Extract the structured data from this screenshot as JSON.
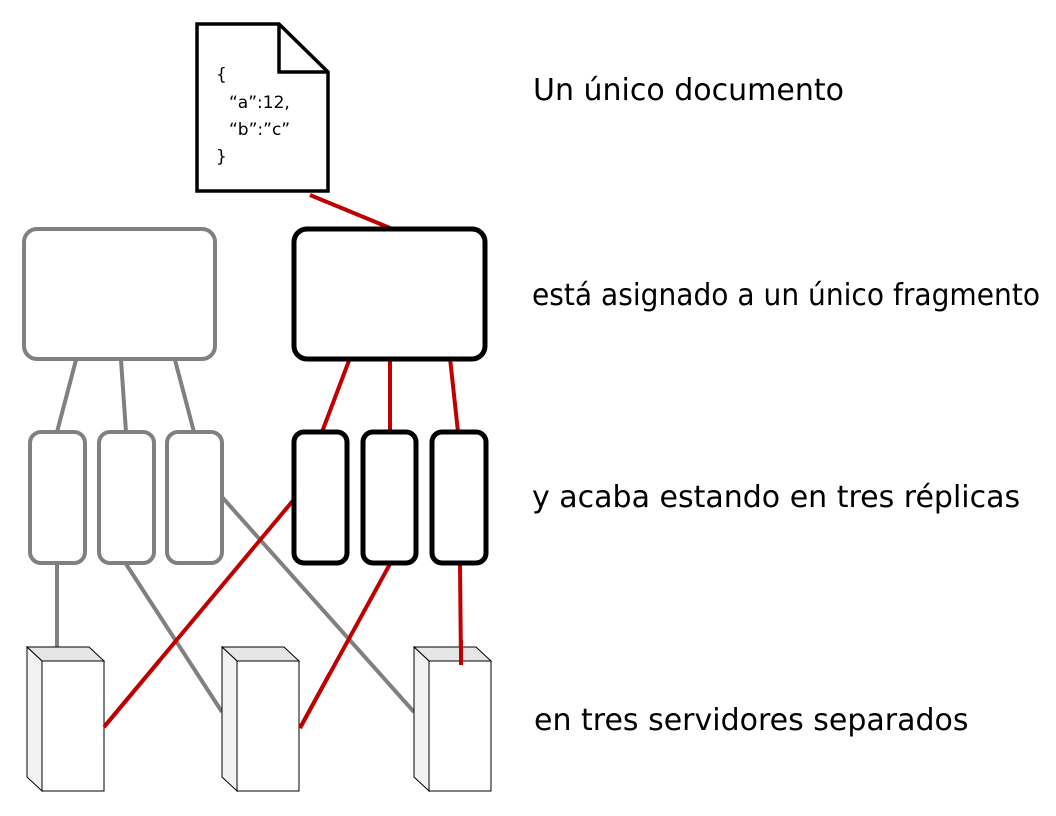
{
  "document": {
    "code_lines": [
      "{",
      "“a”:12,",
      "“b”:”c”",
      "}"
    ]
  },
  "captions": {
    "document": "Un único documento",
    "shard": "está asignado a un único fragmento",
    "replicas": "y acaba estando en tres réplicas",
    "servers": "en tres servidores separados"
  },
  "colors": {
    "highlight_line": "#c00000",
    "inactive_stroke": "#808080",
    "active_stroke": "#000000",
    "server_top": "#e6e6e6",
    "server_side": "#f2f2f2"
  }
}
